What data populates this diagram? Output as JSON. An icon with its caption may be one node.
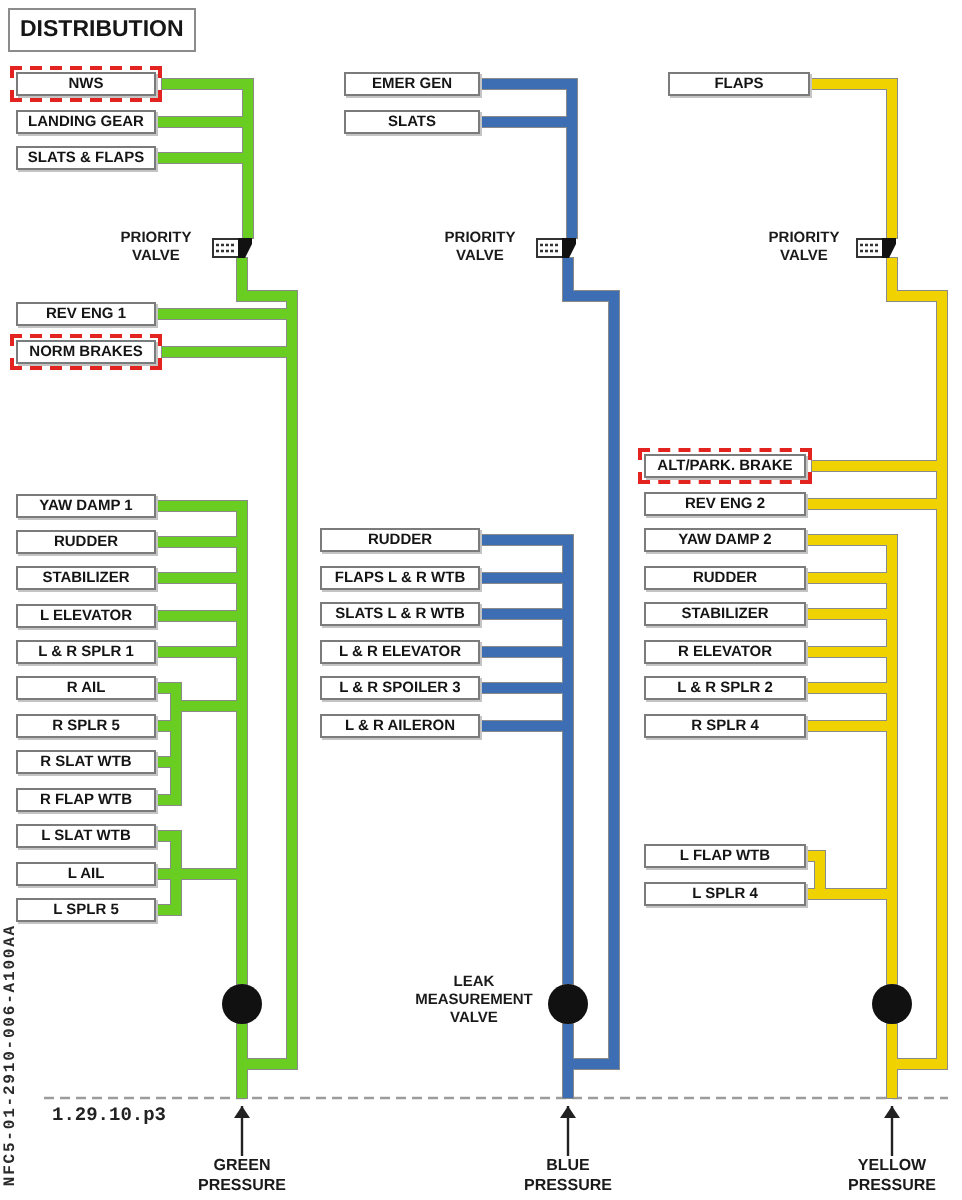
{
  "diagram": {
    "title": "DISTRIBUTION",
    "nodes": [
      {
        "text": [],
        "shape": "box"
      },
      {
        "text": [
          "NWS"
        ],
        "in": 0
      },
      {
        "text": [
          "LANDING GEAR"
        ]
      },
      {
        "text": [
          "SLATS & FLAPS"
        ]
      },
      {
        "text": [],
        "shape": "valve",
        "beside": [
          "PRIORITY VALVE"
        ]
      },
      {
        "text": [
          "REV ENG 1"
        ]
      },
      {
        "text": [],
        "shape": "box"
      },
      {
        "text": [
          "NORM BRAKES"
        ],
        "in": 6
      },
      {
        "text": [
          "YAW DAMP 1"
        ]
      },
      {
        "text": [
          "RUDDER"
        ]
      },
      {
        "text": [
          "STABILIZER"
        ]
      },
      {
        "text": [
          "L ELEVATOR"
        ]
      },
      {
        "text": [
          "L & R SPLR 1"
        ]
      },
      {
        "text": [
          "R AIL"
        ]
      },
      {
        "text": [
          "R SPLR 5"
        ]
      },
      {
        "text": [
          "R SLAT WTB"
        ]
      },
      {
        "text": [
          "R FLAP WTB"
        ]
      },
      {
        "text": [
          "L SLAT WTB"
        ]
      },
      {
        "text": [
          "L AIL"
        ]
      },
      {
        "text": [
          "L SPLR 5"
        ]
      },
      {
        "text": [],
        "shape": "circle"
      },
      {
        "text": [
          "GREEN PRESSURE"
        ]
      },
      {
        "text": [
          "EMER GEN"
        ]
      },
      {
        "text": [
          "SLATS"
        ]
      },
      {
        "text": [],
        "shape": "valve",
        "beside": [
          "PRIORITY VALVE"
        ]
      },
      {
        "text": [
          "RUDDER"
        ]
      },
      {
        "text": [
          "FLAPS L & R WTB"
        ]
      },
      {
        "text": [
          "SLATS L & R WTB"
        ]
      },
      {
        "text": [
          "L & R ELEVATOR"
        ]
      },
      {
        "text": [
          "L & R SPOILER 3"
        ]
      },
      {
        "text": [
          "L & R AILERON"
        ]
      },
      {
        "text": [],
        "shape": "circle",
        "beside": [
          "LEAK MEASUREMENT VALVE"
        ]
      },
      {
        "text": [
          "BLUE PRESSURE"
        ]
      },
      {
        "text": [
          "FLAPS"
        ]
      },
      {
        "text": [],
        "shape": "valve",
        "beside": [
          "PRIORITY VALVE"
        ]
      },
      {
        "text": [],
        "shape": "box"
      },
      {
        "text": [
          "ALT/PARK. BRAKE"
        ],
        "in": 35
      },
      {
        "text": [
          "REV ENG 2"
        ]
      },
      {
        "text": [
          "YAW DAMP 2"
        ]
      },
      {
        "text": [
          "RUDDER"
        ]
      },
      {
        "text": [
          "STABILIZER"
        ]
      },
      {
        "text": [
          "R ELEVATOR"
        ]
      },
      {
        "text": [
          "L & R SPLR 2"
        ]
      },
      {
        "text": [
          "R SPLR 4"
        ]
      },
      {
        "text": [
          "L FLAP WTB"
        ]
      },
      {
        "text": [
          "L SPLR 4"
        ]
      },
      {
        "text": [],
        "shape": "circle"
      },
      {
        "text": [
          "YELLOW PRESSURE"
        ]
      }
    ],
    "edges": [
      {
        "from": 21,
        "to": null,
        "arrow": "to",
        "color": "#222222"
      },
      {
        "from": null,
        "to": 20,
        "arrow": "none",
        "color": "#6acd24"
      },
      {
        "from": null,
        "to": 5,
        "arrow": "none",
        "color": "#6acd24"
      },
      {
        "from": null,
        "to": 6,
        "arrow": "none",
        "color": "#6acd24"
      },
      {
        "from": null,
        "to": 4,
        "arrow": "none",
        "color": "#6acd24"
      },
      {
        "from": 4,
        "to": 0,
        "arrow": "none",
        "color": "#6acd24"
      },
      {
        "from": 4,
        "to": 2,
        "arrow": "none",
        "color": "#6acd24"
      },
      {
        "from": 4,
        "to": 3,
        "arrow": "none",
        "color": "#6acd24"
      },
      {
        "from": 20,
        "to": 8,
        "arrow": "none",
        "color": "#6acd24"
      },
      {
        "from": 20,
        "to": 9,
        "arrow": "none",
        "color": "#6acd24"
      },
      {
        "from": 20,
        "to": 10,
        "arrow": "none",
        "color": "#6acd24"
      },
      {
        "from": 20,
        "to": 11,
        "arrow": "none",
        "color": "#6acd24"
      },
      {
        "from": 20,
        "to": 12,
        "arrow": "none",
        "color": "#6acd24"
      },
      {
        "from": 20,
        "to": 13,
        "arrow": "none",
        "color": "#6acd24"
      },
      {
        "from": 20,
        "to": 14,
        "arrow": "none",
        "color": "#6acd24"
      },
      {
        "from": 20,
        "to": 15,
        "arrow": "none",
        "color": "#6acd24"
      },
      {
        "from": 20,
        "to": 16,
        "arrow": "none",
        "color": "#6acd24"
      },
      {
        "from": 20,
        "to": 17,
        "arrow": "none",
        "color": "#6acd24"
      },
      {
        "from": 20,
        "to": 18,
        "arrow": "none",
        "color": "#6acd24"
      },
      {
        "from": 20,
        "to": 19,
        "arrow": "none",
        "color": "#6acd24"
      },
      {
        "from": 32,
        "to": null,
        "arrow": "to",
        "color": "#222222"
      },
      {
        "from": null,
        "to": 31,
        "arrow": "none",
        "color": "#3c6db3"
      },
      {
        "from": null,
        "to": 24,
        "arrow": "none",
        "color": "#3c6db3"
      },
      {
        "from": 24,
        "to": 22,
        "arrow": "none",
        "color": "#3c6db3"
      },
      {
        "from": 24,
        "to": 23,
        "arrow": "none",
        "color": "#3c6db3"
      },
      {
        "from": 31,
        "to": 25,
        "arrow": "none",
        "color": "#3c6db3"
      },
      {
        "from": 31,
        "to": 26,
        "arrow": "none",
        "color": "#3c6db3"
      },
      {
        "from": 31,
        "to": 27,
        "arrow": "none",
        "color": "#3c6db3"
      },
      {
        "from": 31,
        "to": 28,
        "arrow": "none",
        "color": "#3c6db3"
      },
      {
        "from": 31,
        "to": 29,
        "arrow": "none",
        "color": "#3c6db3"
      },
      {
        "from": 31,
        "to": 30,
        "arrow": "none",
        "color": "#3c6db3"
      },
      {
        "from": 47,
        "to": null,
        "arrow": "to",
        "color": "#222222"
      },
      {
        "from": null,
        "to": 46,
        "arrow": "none",
        "color": "#f0d200"
      },
      {
        "from": null,
        "to": 34,
        "arrow": "none",
        "color": "#f0d200"
      },
      {
        "from": null,
        "to": 35,
        "arrow": "none",
        "color": "#f0d200"
      },
      {
        "from": null,
        "to": 37,
        "arrow": "none",
        "color": "#f0d200"
      },
      {
        "from": 34,
        "to": 33,
        "arrow": "none",
        "color": "#f0d200"
      },
      {
        "from": 46,
        "to": 38,
        "arrow": "none",
        "color": "#f0d200"
      },
      {
        "from": 46,
        "to": 39,
        "arrow": "none",
        "color": "#f0d200"
      },
      {
        "from": 46,
        "to": 40,
        "arrow": "none",
        "color": "#f0d200"
      },
      {
        "from": 46,
        "to": 41,
        "arrow": "none",
        "color": "#f0d200"
      },
      {
        "from": 46,
        "to": 42,
        "arrow": "none",
        "color": "#f0d200"
      },
      {
        "from": 46,
        "to": 43,
        "arrow": "none",
        "color": "#f0d200"
      },
      {
        "from": 46,
        "to": 44,
        "arrow": "none",
        "color": "#f0d200"
      },
      {
        "from": 46,
        "to": 45,
        "arrow": "none",
        "color": "#f0d200"
      }
    ],
    "labels": [
      "1.29.10.p3",
      "NFC5-01-2910-006-A100AA"
    ]
  }
}
